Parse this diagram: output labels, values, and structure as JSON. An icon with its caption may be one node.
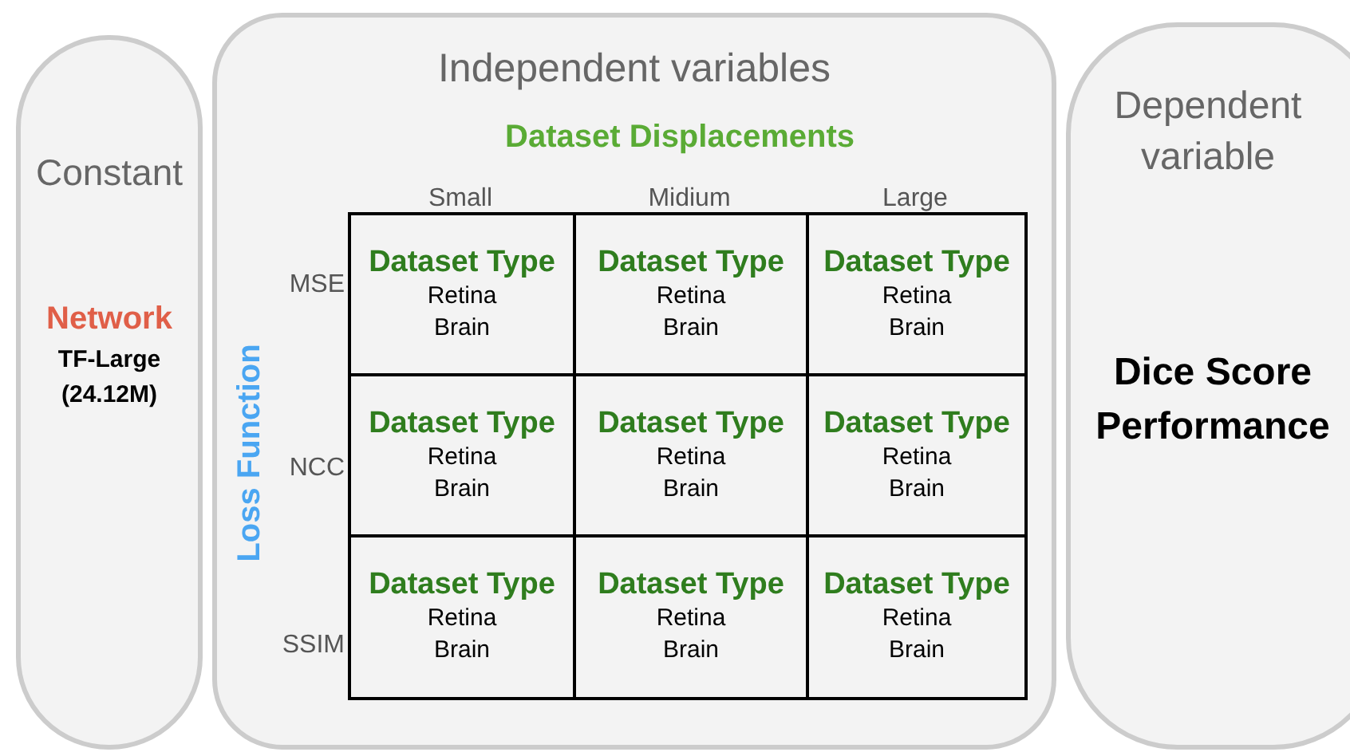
{
  "diagram": {
    "nodes": [
      {
        "text": [
          "Constant",
          "Network",
          "TF-Large (24.12M)"
        ]
      },
      {
        "text": [
          "Independent variables"
        ]
      },
      {
        "text": [
          "Dependent variable",
          "Dice Score Performance"
        ]
      },
      {
        "text": [
          "Dataset Type",
          "Retina",
          "Brain"
        ],
        "in": 1
      },
      {
        "text": [
          "Dataset Type",
          "Retina",
          "Brain"
        ],
        "in": 1
      },
      {
        "text": [
          "Dataset Type",
          "Retina",
          "Brain"
        ],
        "in": 1
      },
      {
        "text": [
          "Dataset Type",
          "Retina",
          "Brain"
        ],
        "in": 1
      },
      {
        "text": [
          "Dataset Type",
          "Retina",
          "Brain"
        ],
        "in": 1
      },
      {
        "text": [
          "Dataset Type",
          "Retina",
          "Brain"
        ],
        "in": 1
      },
      {
        "text": [
          "Dataset Type",
          "Retina",
          "Brain"
        ],
        "in": 1
      },
      {
        "text": [
          "Dataset Type",
          "Retina",
          "Brain"
        ],
        "in": 1
      },
      {
        "text": [
          "Dataset Type",
          "Retina",
          "Brain"
        ],
        "in": 1
      }
    ],
    "edges": [],
    "labels": [
      "Dataset Displacements",
      "Small",
      "Midium",
      "Large",
      "Loss Function",
      "MSE",
      "NCC",
      "SSIM"
    ]
  }
}
